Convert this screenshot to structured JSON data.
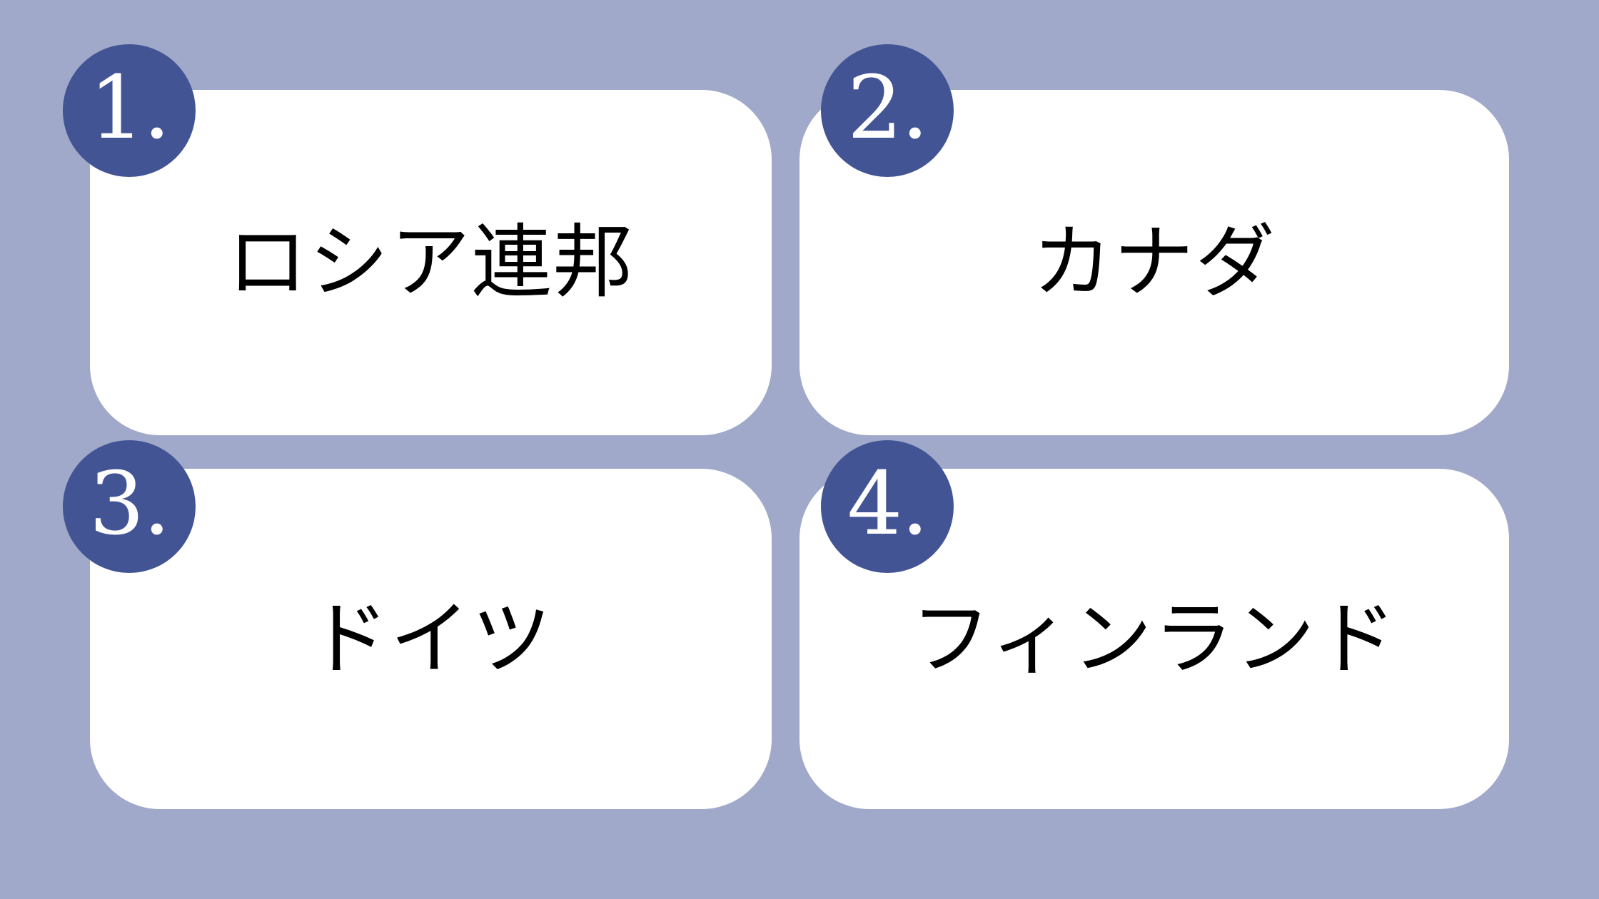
{
  "items": [
    {
      "number": "1.",
      "label": "ロシア連邦"
    },
    {
      "number": "2.",
      "label": "カナダ"
    },
    {
      "number": "3.",
      "label": "ドイツ"
    },
    {
      "number": "4.",
      "label": "フィンランド"
    }
  ],
  "colors": {
    "background": "#a0a9ca",
    "card": "#ffffff",
    "badge": "#425494",
    "badge_text": "#ffffff",
    "label_text": "#000000"
  }
}
